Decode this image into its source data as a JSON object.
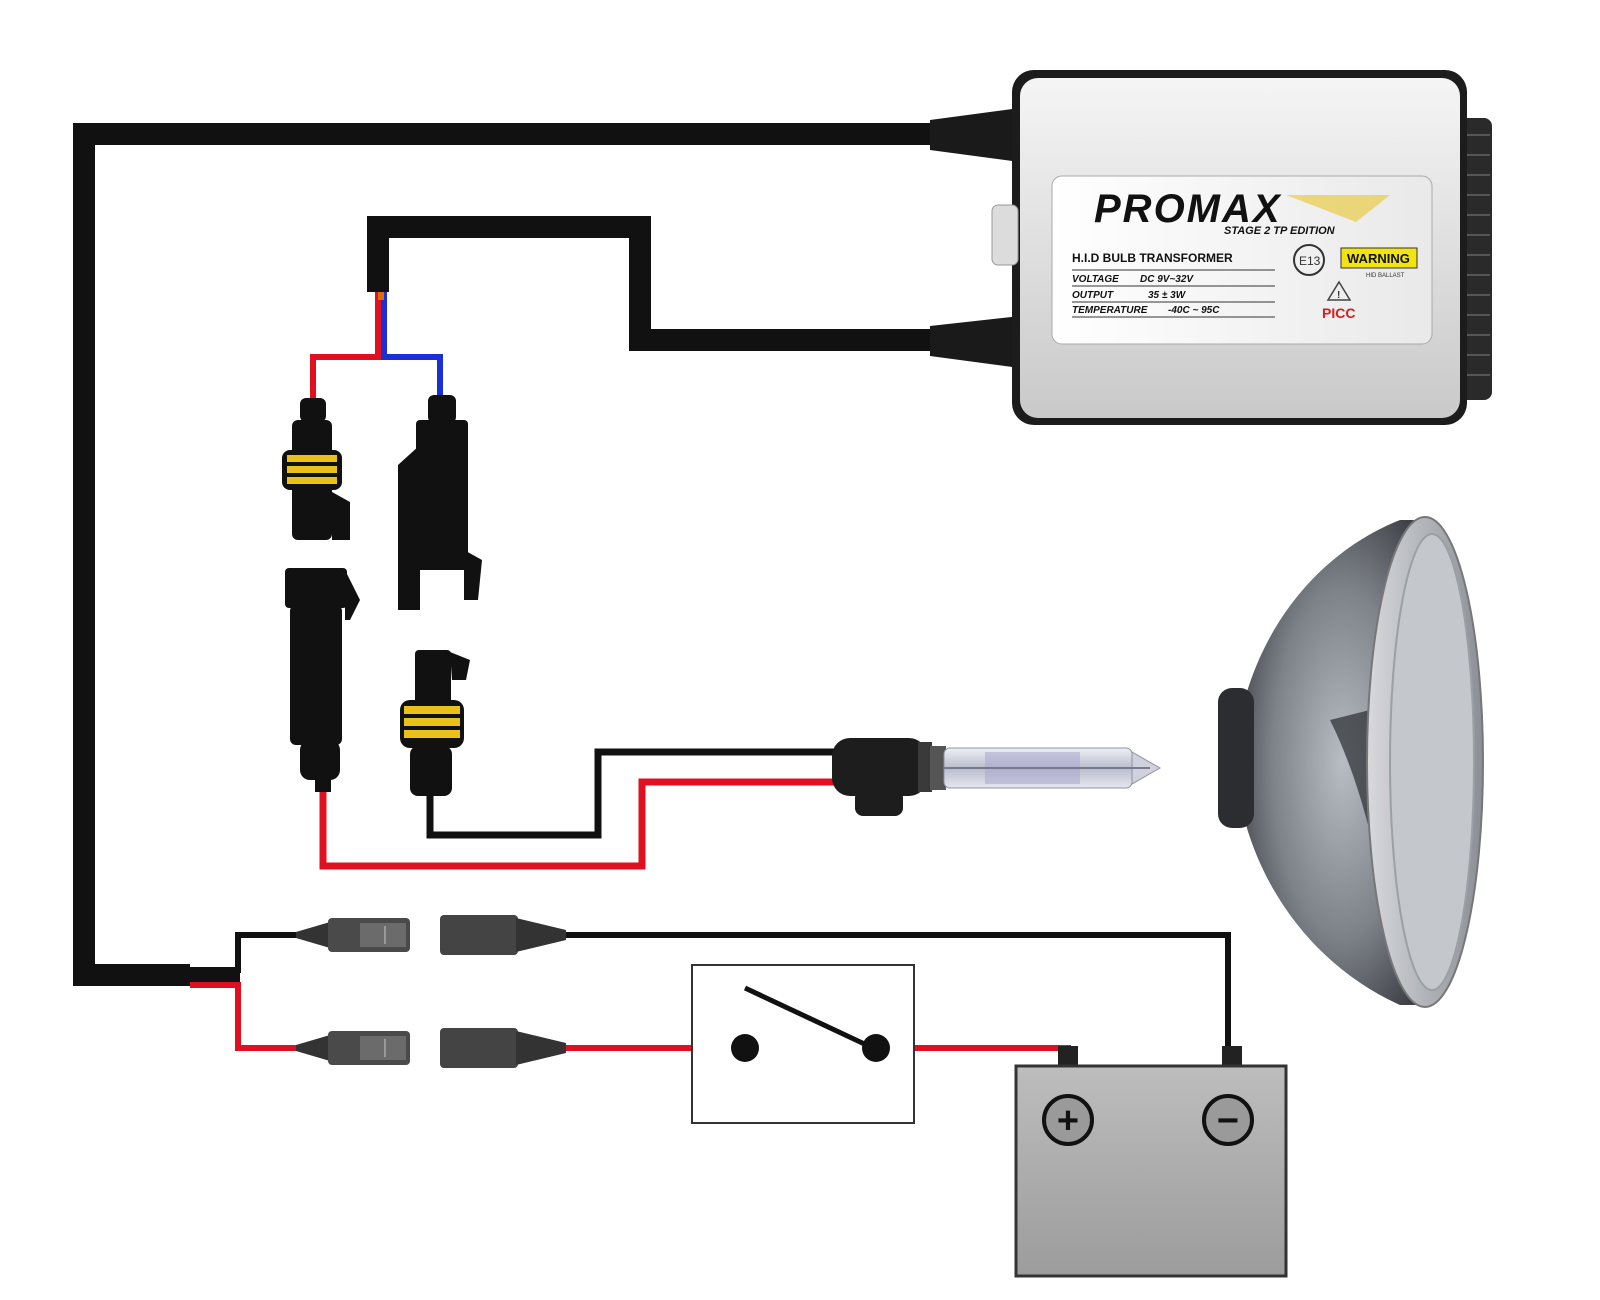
{
  "ballast": {
    "brand": "PROMAX",
    "edition": "STAGE 2 TP EDITION",
    "title": "H.I.D BULB TRANSFORMER",
    "specs": [
      {
        "label": "VOLTAGE",
        "value": "DC 9V~32V"
      },
      {
        "label": "OUTPUT",
        "value": "35 ± 3W"
      },
      {
        "label": "TEMPERATURE",
        "value": "-40C ~ 95C"
      }
    ],
    "cert_mark": "E13",
    "warning": "WARNING",
    "warning_sub": "HID BALLAST",
    "hazard_mark": "!",
    "maker": "PICC"
  },
  "battery": {
    "positive_symbol": "+",
    "negative_symbol": "−"
  },
  "colors": {
    "wire_black": "#111111",
    "wire_red": "#e01020",
    "wire_blue": "#1a2fd6",
    "connector_band": "#e8c21a",
    "ballast_body": "#e4e4e4",
    "battery_body": "#a9a9a9",
    "bulb_glass": "#c9c9d6",
    "headlamp_shell": "#7c7f84"
  },
  "icons": {
    "ballast": "hid-ballast-icon",
    "switch": "switch-icon",
    "battery": "battery-icon",
    "bulb": "hid-bulb-icon",
    "headlamp": "sealed-beam-headlamp-icon"
  }
}
